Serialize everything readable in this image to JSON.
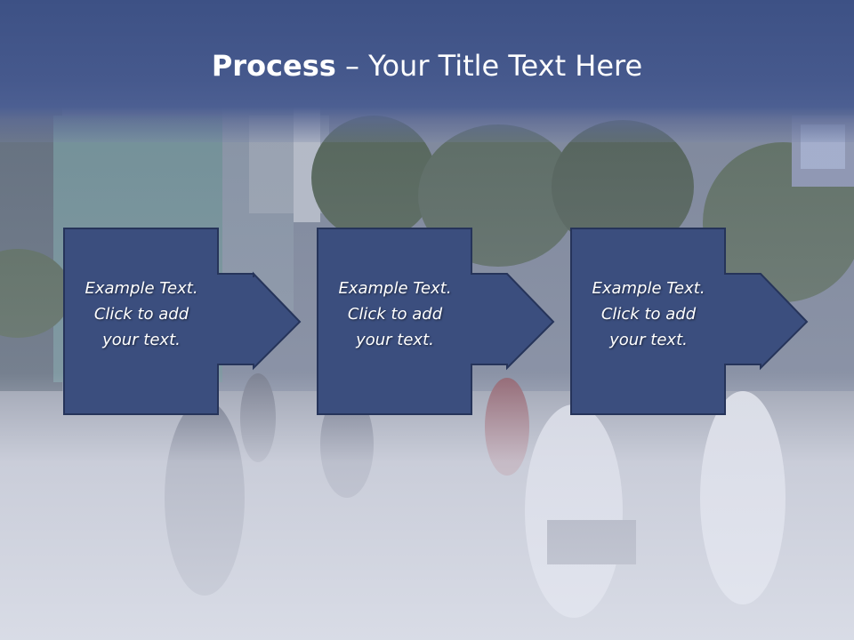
{
  "slide": {
    "title_bold": "Process",
    "title_rest": " – Your Title Text Here",
    "colors": {
      "header": "#3d5185",
      "box_fill": "#3b4e7e",
      "box_stroke": "#26345a",
      "text": "#ffffff"
    }
  },
  "process_steps": [
    {
      "text_line1": "Example Text.",
      "text_line2": "Click  to add",
      "text_line3": "your text."
    },
    {
      "text_line1": "Example Text.",
      "text_line2": "Click  to add",
      "text_line3": "your text."
    },
    {
      "text_line1": "Example Text.",
      "text_line2": "Click  to add",
      "text_line3": "your text."
    }
  ],
  "background": {
    "icon": "city-street-photo"
  }
}
